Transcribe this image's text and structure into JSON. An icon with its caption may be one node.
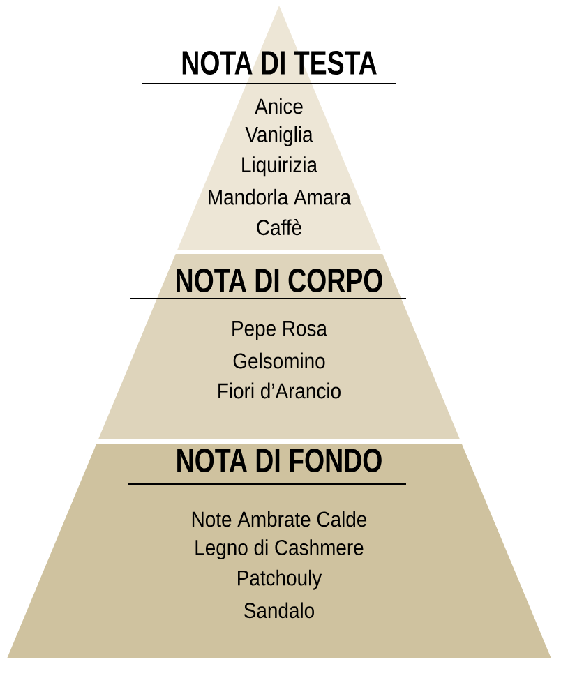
{
  "diagram": {
    "nodes": [
      {
        "text": [
          "NOTA DI TESTA",
          "Anice",
          "Vaniglia",
          "Liquirizia",
          "Mandorla Amara",
          "Caffè"
        ]
      },
      {
        "text": [
          "NOTA DI CORPO",
          "Pepe Rosa",
          "Gelsomino",
          "Fiori d’Arancio"
        ]
      },
      {
        "text": [
          "NOTA DI FONDO",
          "Note Ambrate Calde",
          "Legno di Cashmere",
          "Patchouly",
          "Sandalo"
        ]
      }
    ]
  }
}
